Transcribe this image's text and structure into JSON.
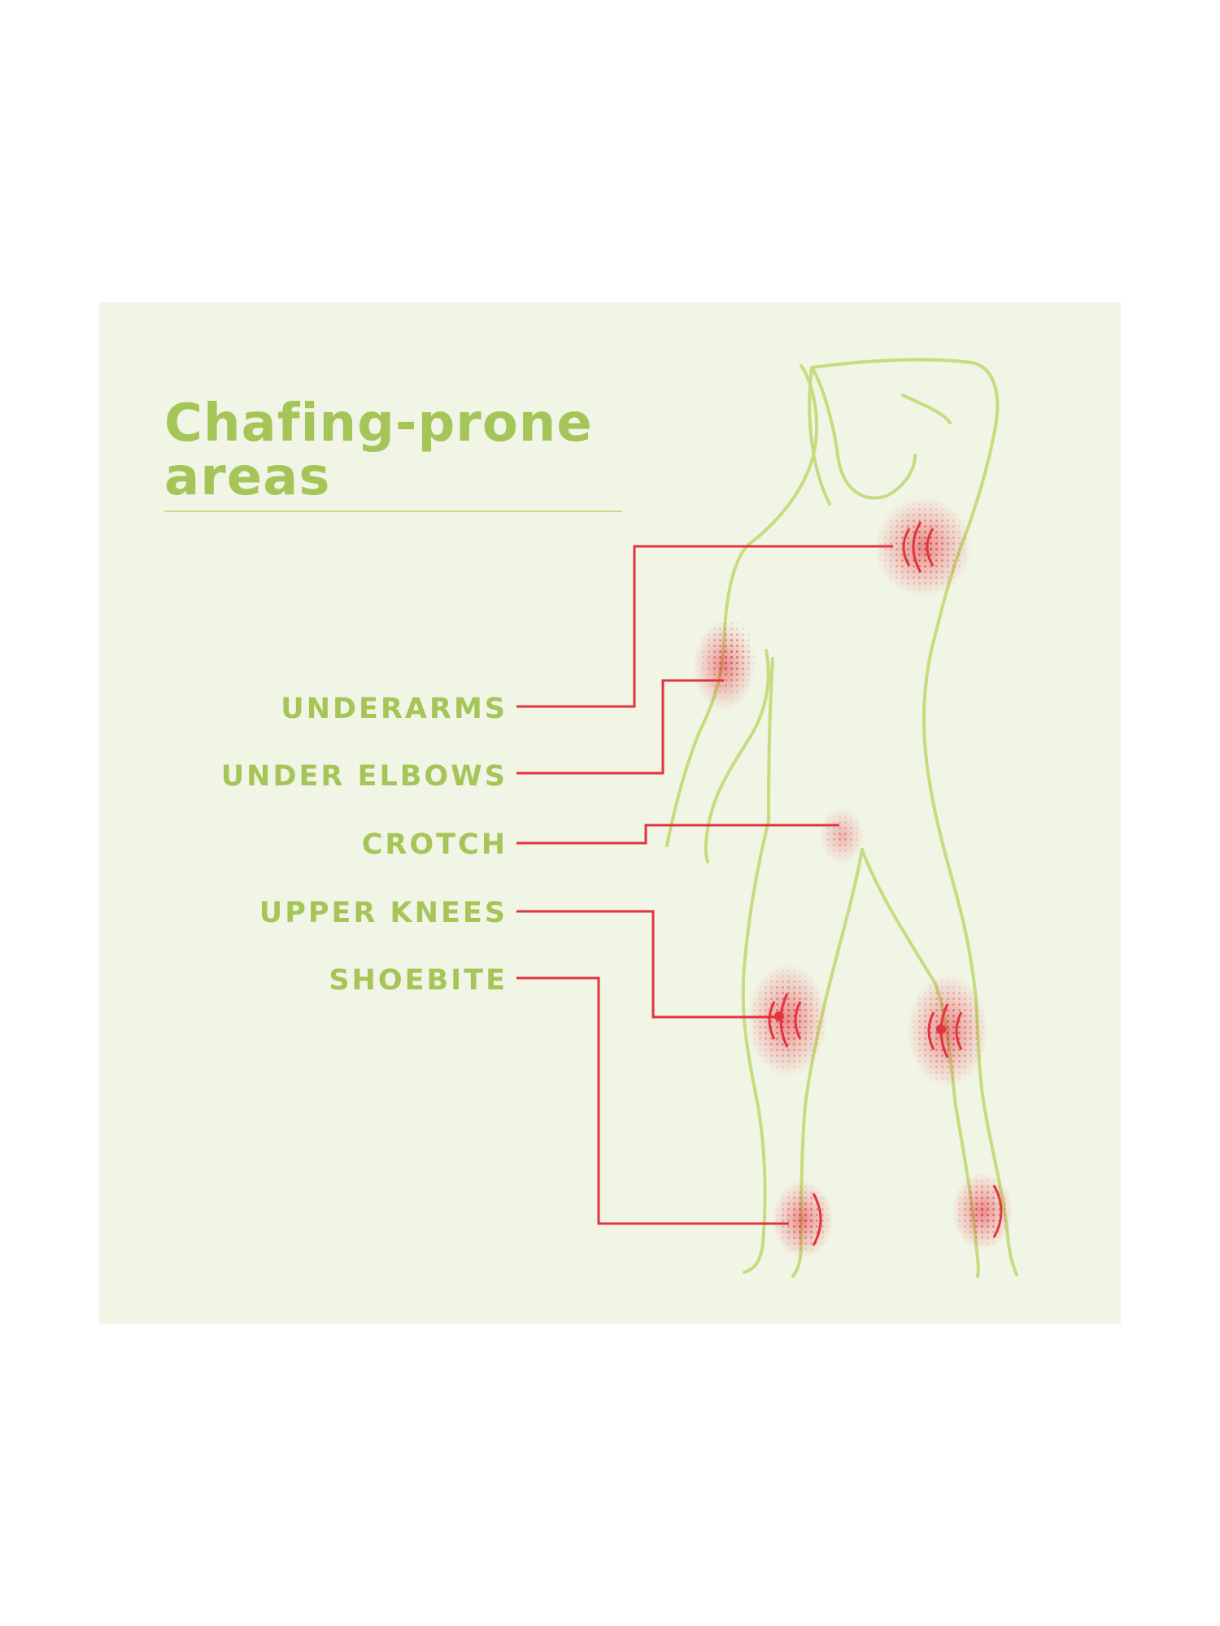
{
  "diagram": {
    "title_line1": "Chafing-prone",
    "title_line2": "areas",
    "labels": [
      {
        "id": "underarms",
        "text": "UNDERARMS"
      },
      {
        "id": "under-elbows",
        "text": "UNDER ELBOWS"
      },
      {
        "id": "crotch",
        "text": "CROTCH"
      },
      {
        "id": "upper-knees",
        "text": "UPPER KNEES"
      },
      {
        "id": "shoebite",
        "text": "SHOEBITE"
      }
    ]
  },
  "colors": {
    "page_background": "#ffffff",
    "panel_background": "#f1f5e6",
    "text_green": "#a6c558",
    "body_outline": "#c6dc7e",
    "leader_red": "#e1343f"
  }
}
